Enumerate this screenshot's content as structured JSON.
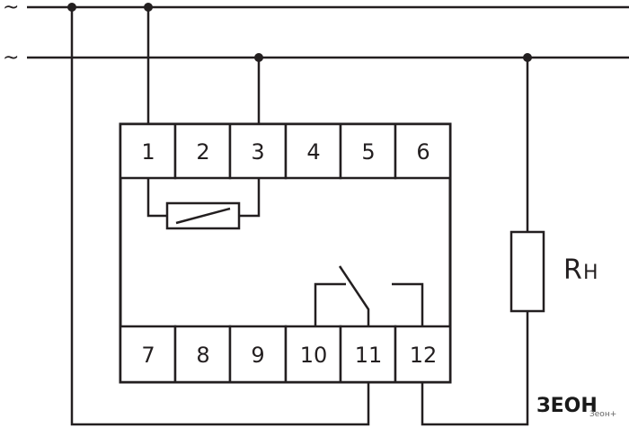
{
  "supply": {
    "line1_symbol": "~",
    "line2_symbol": "~"
  },
  "terminals": {
    "top": [
      "1",
      "2",
      "3",
      "4",
      "5",
      "6"
    ],
    "bottom": [
      "7",
      "8",
      "9",
      "10",
      "11",
      "12"
    ]
  },
  "load": {
    "label_main": "R",
    "label_sub": "H"
  },
  "watermark": {
    "brand": "ЗЕОН",
    "sub": "Зеон+"
  },
  "colors": {
    "ink": "#231f20",
    "background": "#ffffff"
  }
}
